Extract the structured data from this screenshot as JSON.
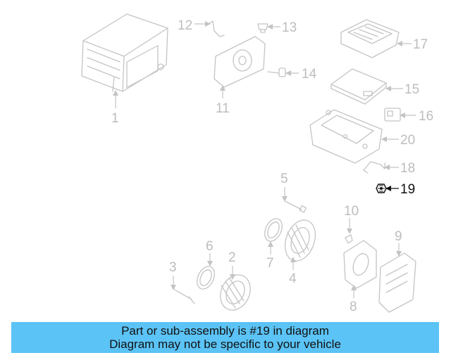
{
  "diagram": {
    "callouts": [
      "1",
      "2",
      "3",
      "4",
      "5",
      "6",
      "7",
      "8",
      "9",
      "10",
      "11",
      "12",
      "13",
      "14",
      "15",
      "16",
      "17",
      "18",
      "19",
      "20"
    ],
    "highlighted_part": "19",
    "colors": {
      "part_line": "#c4c4c4",
      "highlight": "#111111",
      "banner_bg": "#5bc3f5"
    }
  },
  "banner": {
    "line1": "Part or sub-assembly is #19 in diagram",
    "line2": "Diagram may not be specific to your vehicle"
  }
}
